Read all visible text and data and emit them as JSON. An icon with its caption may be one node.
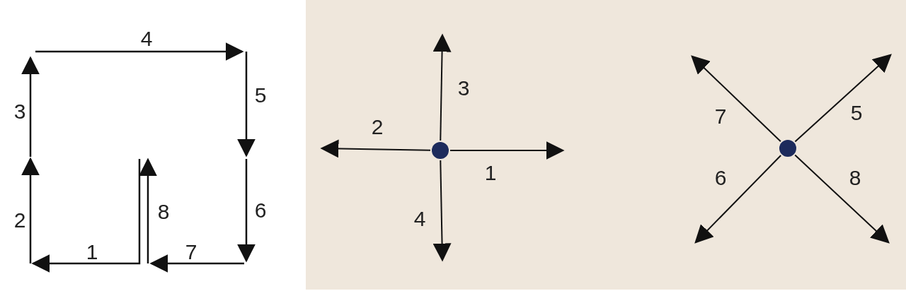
{
  "diagram": {
    "nodes": [
      {
        "text": [],
        "shape": "circle"
      },
      {
        "text": [],
        "shape": "circle"
      }
    ],
    "edges": [
      {
        "from": 0,
        "to": null,
        "arrow": "to",
        "label": "1"
      },
      {
        "from": 0,
        "to": null,
        "arrow": "to",
        "label": "2"
      },
      {
        "from": 0,
        "to": null,
        "arrow": "to",
        "label": "3"
      },
      {
        "from": 0,
        "to": null,
        "arrow": "to",
        "label": "4"
      },
      {
        "from": 1,
        "to": null,
        "arrow": "to",
        "label": "5"
      },
      {
        "from": 1,
        "to": null,
        "arrow": "to",
        "label": "6"
      },
      {
        "from": 1,
        "to": null,
        "arrow": "to",
        "label": "7"
      },
      {
        "from": 1,
        "to": null,
        "arrow": "to",
        "label": "8"
      }
    ],
    "labels": [
      "4",
      "3",
      "5",
      "2",
      "8",
      "6",
      "1",
      "7"
    ]
  }
}
